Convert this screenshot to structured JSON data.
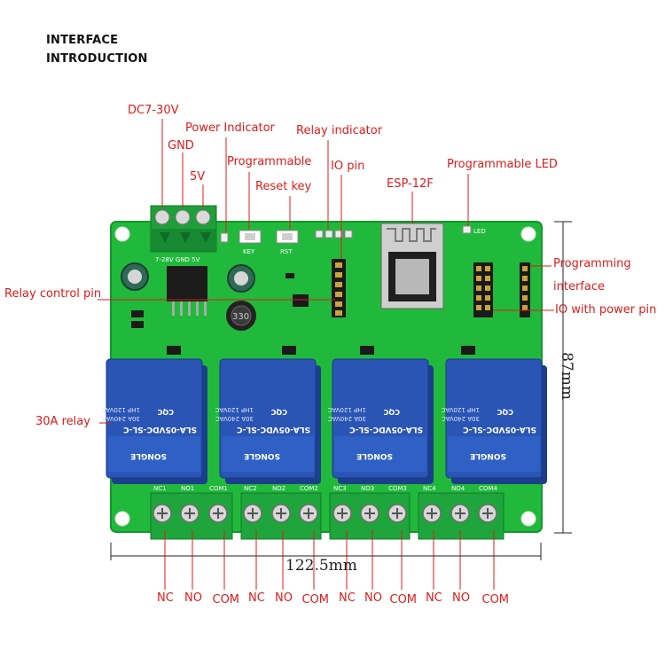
{
  "heading": {
    "line1": "INTERFACE",
    "line2": "INTRODUCTION"
  },
  "callouts": {
    "dc_input": "DC7-30V",
    "gnd": "GND",
    "five_v": "5V",
    "power_indicator": "Power Indicator",
    "programmable": "Programmable",
    "reset_key": "Reset key",
    "relay_indicator": "Relay indicator",
    "io_pin": "IO pin",
    "esp_module": "ESP-12F",
    "programmable_led": "Programmable LED",
    "programming_interface_1": "Programming",
    "programming_interface_2": "interface",
    "relay_control_pin": "Relay control pin",
    "io_with_power_pin": "IO with power pin",
    "relay_30a": "30A relay"
  },
  "dimensions": {
    "height": "87mm",
    "width": "122.5mm"
  },
  "terminal_labels": [
    "NC",
    "NO",
    "COM",
    "NC",
    "NO",
    "COM",
    "NC",
    "NO",
    "COM",
    "NC",
    "NO",
    "COM"
  ],
  "board_print": {
    "terminal_block": "7-28V GND 5V",
    "key": "KEY",
    "rst": "RST",
    "led": "LED",
    "inductor": "330",
    "relay_brand": "SONGLE",
    "relay_model": "SLA-05VDC-SL-C",
    "relay_rating_1": "30A 240VAC",
    "relay_rating_2": "1HP 120VAC",
    "relay_cert": "CQC",
    "contact_labels": [
      "NC1",
      "NO1",
      "COM1",
      "NC2",
      "NO2",
      "COM2",
      "NC3",
      "NO3",
      "COM3",
      "NC4",
      "NO4",
      "COM4"
    ]
  },
  "colors": {
    "pcb": "#1fb83a",
    "relay": "#2a55b5",
    "terminal": "#1ea53b",
    "callout": "#e01b1b",
    "dimension": "#222222"
  }
}
